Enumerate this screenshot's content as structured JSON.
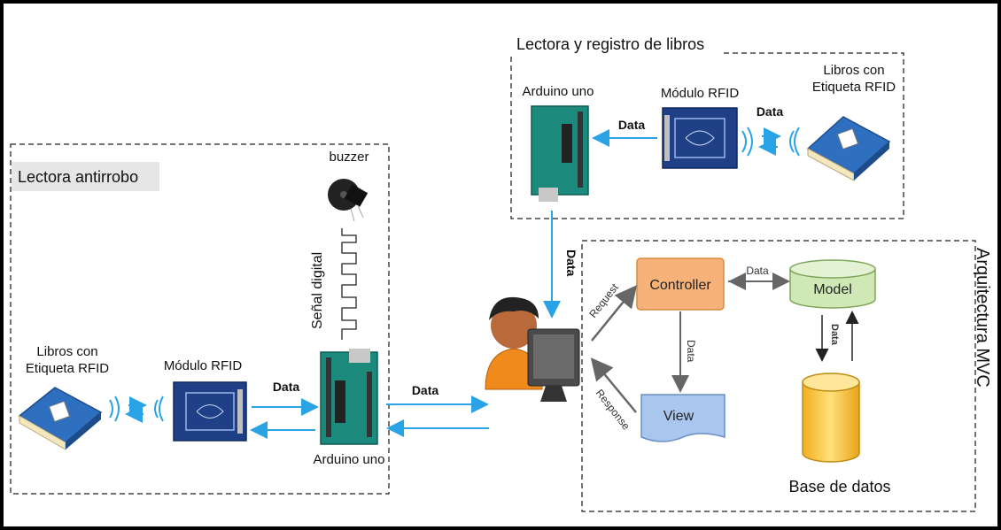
{
  "groups": {
    "antirrobo_title": "Lectora antirrobo",
    "registro_title": "Lectora y registro de libros",
    "mvc_title": "Arquitectura MVC"
  },
  "antirrobo": {
    "books_label_1": "Libros con",
    "books_label_2": "Etiqueta RFID",
    "rfid_label": "Módulo RFID",
    "data_label": "Data",
    "arduino_label": "Arduino uno",
    "buzzer_label": "buzzer",
    "signal_label": "Señal digital"
  },
  "registro": {
    "arduino_label": "Arduino uno",
    "rfid_label": "Módulo RFID",
    "data_label_1": "Data",
    "data_label_2": "Data",
    "books_label_1": "Libros con",
    "books_label_2": "Etiqueta RFID"
  },
  "links": {
    "down_data": "Data",
    "user_data": "Data"
  },
  "mvc": {
    "controller": "Controller",
    "model": "Model",
    "view": "View",
    "request": "Request",
    "response": "Response",
    "data_cm": "Data",
    "data_cv": "Data",
    "data_db": "Data",
    "db_label": "Base de datos"
  },
  "colors": {
    "arrow_blue": "#29a3e6",
    "controller": "#f7b27a",
    "model": "#cfe8b6",
    "view": "#a9c7ee",
    "db": "#f5c542",
    "book": "#2f6fbf"
  }
}
